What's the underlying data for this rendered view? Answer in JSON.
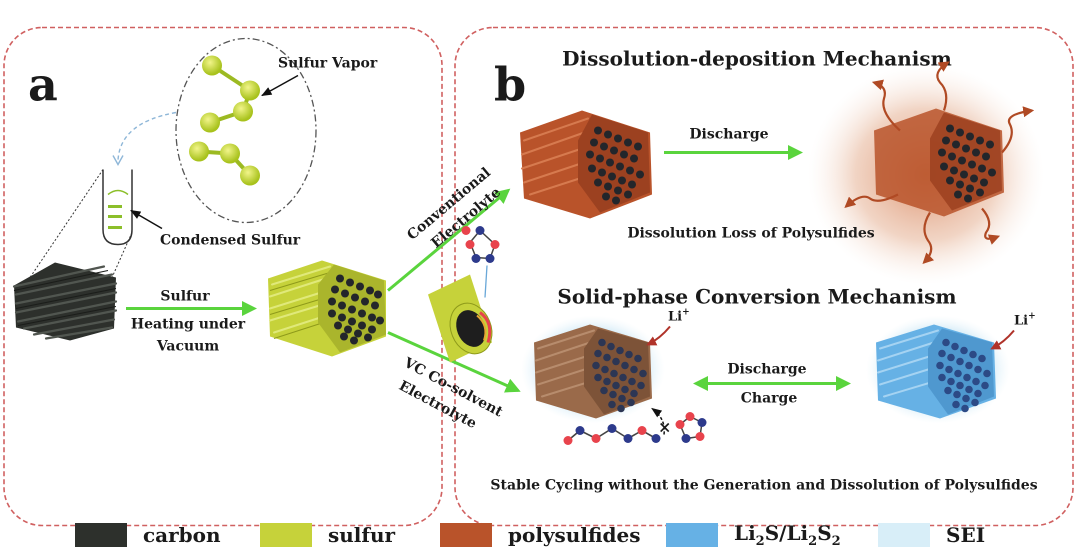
{
  "colors": {
    "carbon": "#2d302c",
    "sulfur": "#c6d23a",
    "polysulfides": "#b9532a",
    "li2s": "#66b1e5",
    "sei": "#d8eef8",
    "polysulfide_mesh": "#ca7a52",
    "arrow": "#5ad43d",
    "brown_tube": "#9a6a4a",
    "frame": "#d06060",
    "ring_red": "#e8434c",
    "ring_blue": "#2d3a8c"
  },
  "panel_a": {
    "label": "a",
    "sulfur_vapor": "Sulfur Vapor",
    "condensed_sulfur": "Condensed Sulfur",
    "process_line1": "Sulfur",
    "process_line2": "Heating under",
    "process_line3": "Vacuum"
  },
  "routes": {
    "conventional_line1": "Conventional",
    "conventional_line2": "Electrolyte",
    "vc_line1": "VC Co-solvent",
    "vc_line2": "Electrolyte"
  },
  "panel_b": {
    "label": "b",
    "top_title": "Dissolution-deposition Mechanism",
    "top_discharge": "Discharge",
    "top_caption": "Dissolution Loss of Polysulfides",
    "bottom_title": "Solid-phase Conversion Mechanism",
    "li_left": "Li",
    "li_right": "Li",
    "li_superscript": "+",
    "bottom_discharge": "Discharge",
    "bottom_charge": "Charge",
    "blocked_mark": "×",
    "bottom_caption": "Stable Cycling without the Generation and Dissolution of Polysulfides"
  },
  "legend": {
    "carbon": "carbon",
    "sulfur": "sulfur",
    "polysulfides": "polysulfides",
    "li2s_part1": "Li",
    "li2s_sub1": "2",
    "li2s_part2": "S/Li",
    "li2s_sub2": "2",
    "li2s_part3": "S",
    "li2s_sub3": "2",
    "sei": "SEI"
  },
  "icons": {
    "nanorod_bundle": "hexagonal-nanorod-bundle-icon",
    "molecule": "vc-molecule-icon",
    "tube": "coated-tube-icon"
  }
}
